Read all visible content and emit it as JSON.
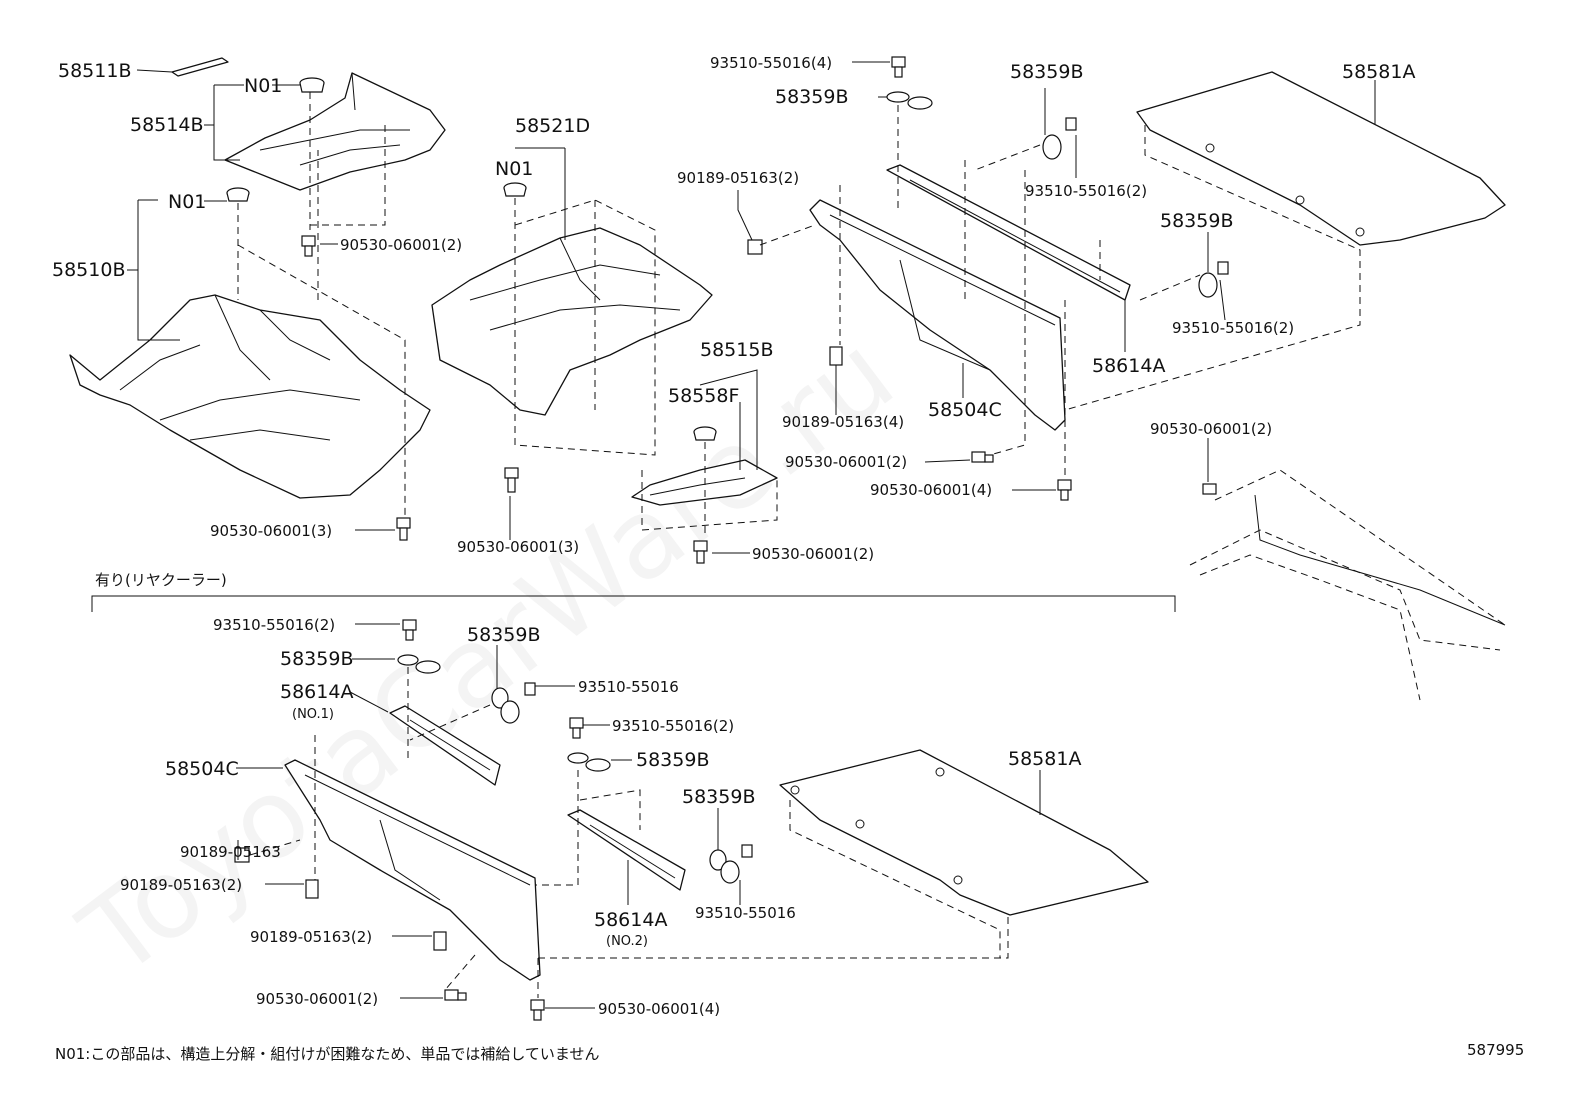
{
  "labels": {
    "p58511B": "58511B",
    "p58514B": "58514B",
    "n01_a": "N01",
    "n01_b": "N01",
    "n01_c": "N01",
    "p58510B": "58510B",
    "p90530_2_a": "90530-06001(2)",
    "p90530_3_a": "90530-06001(3)",
    "p58521D": "58521D",
    "p90530_3_b": "90530-06001(3)",
    "p58515B": "58515B",
    "p58558F": "58558F",
    "p90530_2_b": "90530-06001(2)",
    "p93510_4": "93510-55016(4)",
    "p58359B_a": "58359B",
    "p58359B_b": "58359B",
    "p90189_2_a": "90189-05163(2)",
    "p93510_2_a": "93510-55016(2)",
    "p58359B_c": "58359B",
    "p93510_2_b": "93510-55016(2)",
    "p58581A_a": "58581A",
    "p58614A_a": "58614A",
    "p90189_4": "90189-05163(4)",
    "p58504C_a": "58504C",
    "p90530_2_c": "90530-06001(2)",
    "p90530_4_a": "90530-06001(4)",
    "p90530_2_d": "90530-06001(2)",
    "section_note": "有り(リヤクーラー)",
    "p93510_2_c": "93510-55016(2)",
    "p58359B_d": "58359B",
    "p58359B_e": "58359B",
    "p93510_a": "93510-55016",
    "p58614A_b": "58614A",
    "no1": "(NO.1)",
    "p93510_2_d": "93510-55016(2)",
    "p58359B_f": "58359B",
    "p58504C_b": "58504C",
    "p90189_a": "90189-05163",
    "p58359B_g": "58359B",
    "p58581A_b": "58581A",
    "p90189_2_b": "90189-05163(2)",
    "p90189_2_c": "90189-05163(2)",
    "p93510_b": "93510-55016",
    "p58614A_c": "58614A",
    "no2": "(NO.2)",
    "p90530_2_e": "90530-06001(2)",
    "p90530_4_b": "90530-06001(4)"
  },
  "footnote": "N01:この部品は、構造上分解・組付けが困難なため、単品では補給していません",
  "diagram_id": "587995",
  "watermark": "ToyotaCarWare.ru"
}
